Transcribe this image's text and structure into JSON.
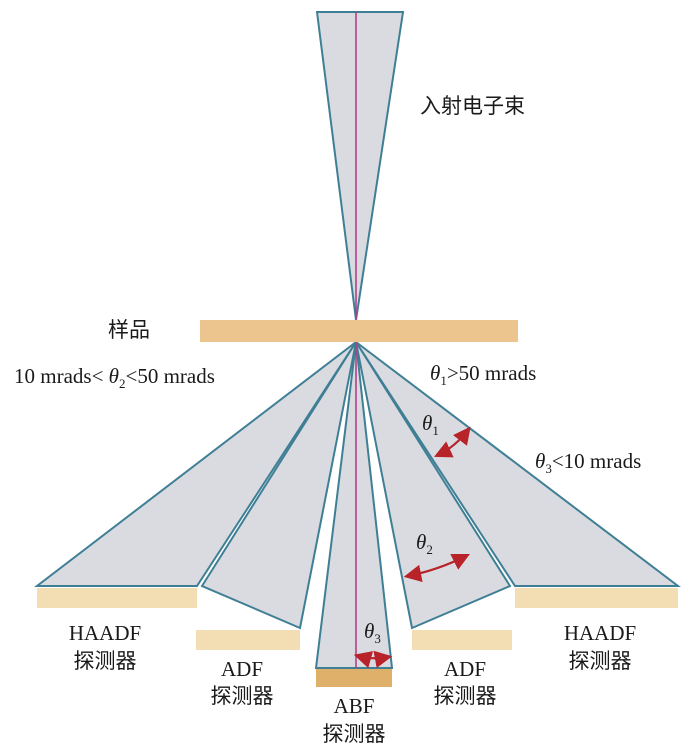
{
  "colors": {
    "beam_fill": "#d9dbe0",
    "beam_edge": "#3f7f95",
    "axis_line": "#b0408a",
    "sample": "#ebc48e",
    "detector": "#f3deb3",
    "detector_abf": "#dfb06a",
    "angle_arrow": "#b8232a"
  },
  "labels": {
    "incident_beam": "入射电子束",
    "sample": "样品",
    "adf_range": {
      "prefix": "10 mrads< ",
      "theta": "θ",
      "sub": "2",
      "suffix": "<50 mrads"
    },
    "haadf_range": {
      "theta": "θ",
      "sub": "1",
      "suffix": ">50 mrads"
    },
    "abf_range": {
      "theta": "θ",
      "sub": "3",
      "suffix": "<10 mrads"
    },
    "theta1": {
      "theta": "θ",
      "sub": "1"
    },
    "theta2": {
      "theta": "θ",
      "sub": "2"
    },
    "theta3": {
      "theta": "θ",
      "sub": "3"
    }
  },
  "detectors": [
    {
      "key": "haadf_left",
      "name": "HAADF",
      "type": "探测器"
    },
    {
      "key": "adf_left",
      "name": "ADF",
      "type": "探测器"
    },
    {
      "key": "abf",
      "name": "ABF",
      "type": "探测器"
    },
    {
      "key": "adf_right",
      "name": "ADF",
      "type": "探测器"
    },
    {
      "key": "haadf_right",
      "name": "HAADF",
      "type": "探测器"
    }
  ]
}
